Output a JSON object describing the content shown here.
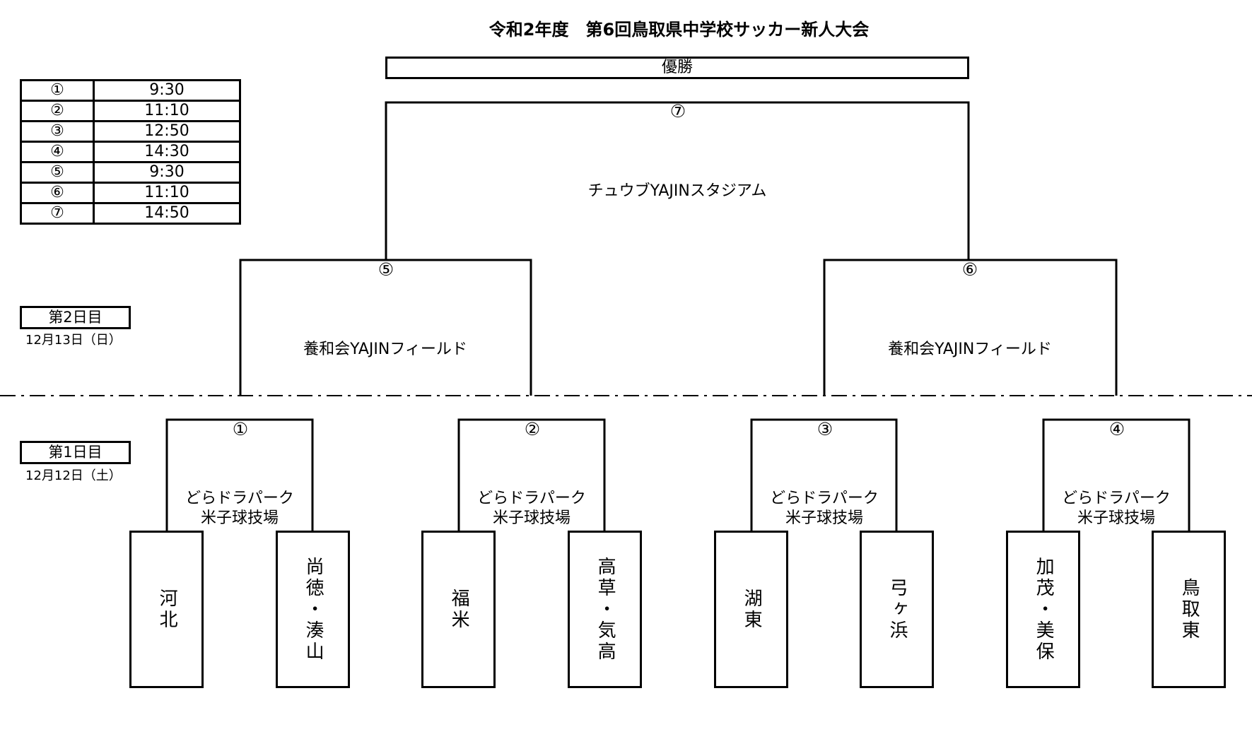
{
  "title": "令和2年度　第6回鳥取県中学校サッカー新人大会",
  "champion_label": "優勝",
  "schedule": [
    {
      "match": "①",
      "time": "9:30"
    },
    {
      "match": "②",
      "time": "11:10"
    },
    {
      "match": "③",
      "time": "12:50"
    },
    {
      "match": "④",
      "time": "14:30"
    },
    {
      "match": "⑤",
      "time": "9:30"
    },
    {
      "match": "⑥",
      "time": "11:10"
    },
    {
      "match": "⑦",
      "time": "14:50"
    }
  ],
  "day2": {
    "label": "第2日目",
    "date": "12月13日（日）"
  },
  "day1": {
    "label": "第1日目",
    "date": "12月12日（土）"
  },
  "final": {
    "marker": "⑦",
    "venue": "チュウブYAJINスタジアム"
  },
  "semifinals": [
    {
      "marker": "⑤",
      "venue": "養和会YAJINフィールド"
    },
    {
      "marker": "⑥",
      "venue": "養和会YAJINフィールド"
    }
  ],
  "first_round": [
    {
      "marker": "①",
      "venue_line1": "どらドラパーク",
      "venue_line2": "米子球技場"
    },
    {
      "marker": "②",
      "venue_line1": "どらドラパーク",
      "venue_line2": "米子球技場"
    },
    {
      "marker": "③",
      "venue_line1": "どらドラパーク",
      "venue_line2": "米子球技場"
    },
    {
      "marker": "④",
      "venue_line1": "どらドラパーク",
      "venue_line2": "米子球技場"
    }
  ],
  "teams": [
    "河北",
    "尚徳・湊山",
    "福米",
    "高草・気高",
    "湖東",
    "弓ヶ浜",
    "加茂・美保",
    "鳥取東"
  ]
}
